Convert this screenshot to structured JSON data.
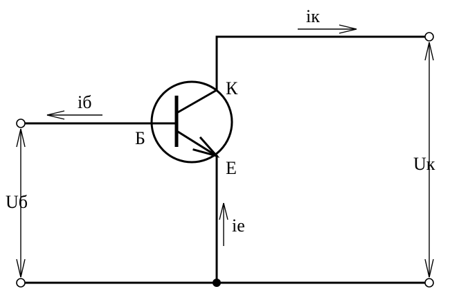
{
  "labels": {
    "collector_current": "iк",
    "base_current": "iб",
    "emitter_current": "ie",
    "collector": "К",
    "base": "Б",
    "emitter": "Е",
    "base_voltage": "Uб",
    "collector_voltage": "Uк"
  }
}
